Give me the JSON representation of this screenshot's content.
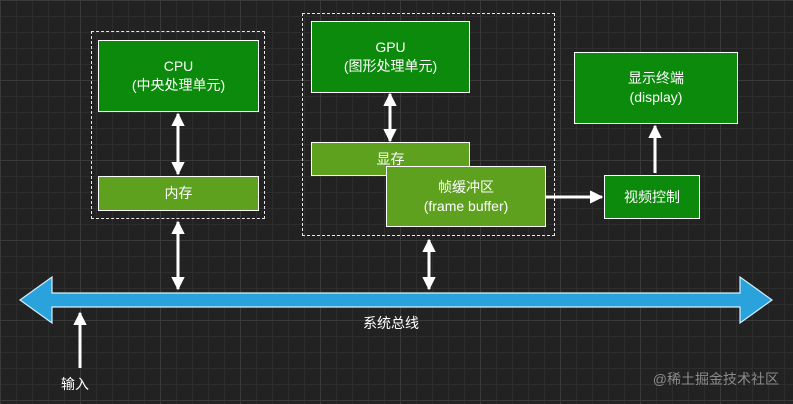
{
  "colors": {
    "background": "#222222",
    "dark_green": "#0b8a0b",
    "light_green": "#5ea11e",
    "bus_blue": "#2aa3dc",
    "stroke": "#ffffff"
  },
  "nodes": {
    "cpu": {
      "line1": "CPU",
      "line2": "(中央处理单元)"
    },
    "memory": {
      "label": "内存"
    },
    "gpu": {
      "line1": "GPU",
      "line2": "(图形处理单元)"
    },
    "vram": {
      "label": "显存"
    },
    "framebuffer": {
      "line1": "帧缓冲区",
      "line2": "(frame buffer)"
    },
    "display": {
      "line1": "显示终端",
      "line2": "(display)"
    },
    "video_controller": {
      "label": "视频控制"
    }
  },
  "bus": {
    "label": "系统总线"
  },
  "input": {
    "label": "输入"
  },
  "watermark": "@稀土掘金技术社区"
}
